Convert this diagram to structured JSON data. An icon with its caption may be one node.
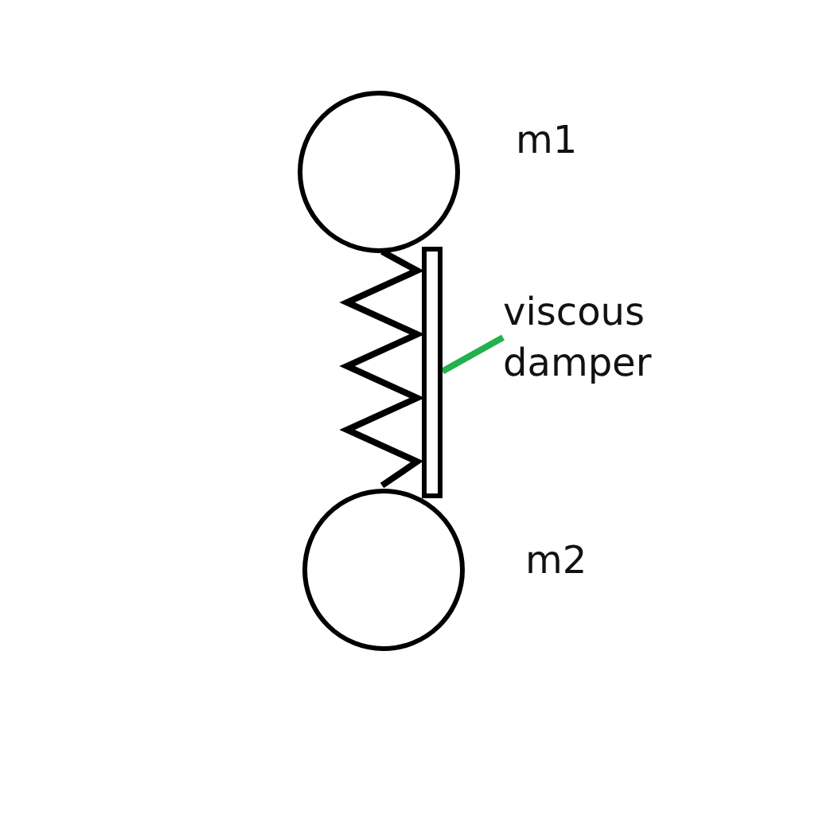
{
  "diagram": {
    "nodes": [
      {
        "text": [],
        "shape": "circle",
        "beside": [
          "m1"
        ]
      },
      {
        "text": [],
        "shape": "bar"
      },
      {
        "text": [],
        "shape": "circle",
        "beside": [
          "m2"
        ]
      },
      {
        "text": [
          "viscous damper"
        ]
      }
    ],
    "edges": [
      {
        "from": 3,
        "to": 1,
        "arrow": "none",
        "color": "#22b14c"
      }
    ]
  }
}
